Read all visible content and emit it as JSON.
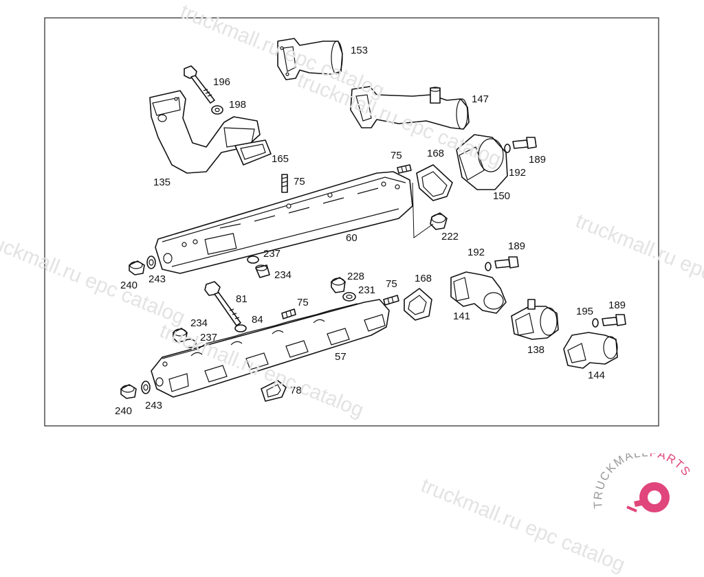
{
  "watermarks": {
    "text": "truckmall.ru epc catalog",
    "items": [
      "truckmall.ru epc catalog",
      "truckmall.ru epc catalog",
      "truckmall.ru epc catalog",
      "truckmall.ru epc catalog",
      "truckmall.ru epc catalog",
      "truckmall.ru epc catalog"
    ]
  },
  "parts": [
    {
      "number": "153"
    },
    {
      "number": "147"
    },
    {
      "number": "196"
    },
    {
      "number": "198"
    },
    {
      "number": "135"
    },
    {
      "number": "165"
    },
    {
      "number": "75"
    },
    {
      "number": "75"
    },
    {
      "number": "168"
    },
    {
      "number": "192"
    },
    {
      "number": "189"
    },
    {
      "number": "150"
    },
    {
      "number": "222"
    },
    {
      "number": "60"
    },
    {
      "number": "237"
    },
    {
      "number": "234"
    },
    {
      "number": "240"
    },
    {
      "number": "243"
    },
    {
      "number": "228"
    },
    {
      "number": "231"
    },
    {
      "number": "75"
    },
    {
      "number": "168"
    },
    {
      "number": "192"
    },
    {
      "number": "189"
    },
    {
      "number": "81"
    },
    {
      "number": "75"
    },
    {
      "number": "234"
    },
    {
      "number": "84"
    },
    {
      "number": "237"
    },
    {
      "number": "141"
    },
    {
      "number": "195"
    },
    {
      "number": "189"
    },
    {
      "number": "138"
    },
    {
      "number": "57"
    },
    {
      "number": "144"
    },
    {
      "number": "78"
    },
    {
      "number": "240"
    },
    {
      "number": "243"
    }
  ],
  "logo": {
    "text_primary": "TRUCKMALL",
    "text_accent": "PARTS",
    "accent_color": "#e0457b",
    "text_color": "#9a9a9a"
  },
  "colors": {
    "line": "#111111",
    "frame": "#222222",
    "watermark": "#e3e3e3"
  }
}
